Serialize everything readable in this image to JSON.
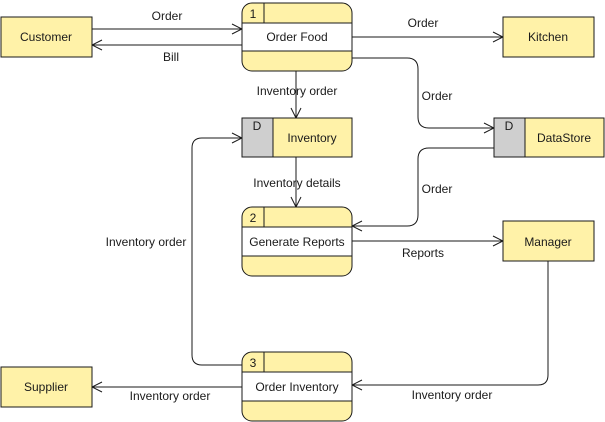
{
  "colors": {
    "box_fill": "#fff2a8",
    "store_id_fill": "#cfcfcf",
    "process_body_fill": "#ffffff",
    "stroke": "#1a1a1a"
  },
  "entities": {
    "customer": "Customer",
    "kitchen": "Kitchen",
    "manager": "Manager",
    "supplier": "Supplier"
  },
  "processes": {
    "order_food": {
      "number": "1",
      "name": "Order Food"
    },
    "generate_reports": {
      "number": "2",
      "name": "Generate Reports"
    },
    "order_inventory": {
      "number": "3",
      "name": "Order Inventory"
    }
  },
  "data_stores": {
    "inventory": {
      "id": "D",
      "name": "Inventory"
    },
    "datastore": {
      "id": "D",
      "name": "DataStore"
    }
  },
  "flows": {
    "customer_order": "Order",
    "bill": "Bill",
    "kitchen_order": "Order",
    "inventory_order_1": "Inventory order",
    "datastore_order": "Order",
    "inventory_details": "Inventory details",
    "datastore_to_reports": "Order",
    "reports": "Reports",
    "inventory_order_loop": "Inventory order",
    "manager_inventory_order": "Inventory order",
    "supplier_inventory_order": "Inventory order"
  }
}
